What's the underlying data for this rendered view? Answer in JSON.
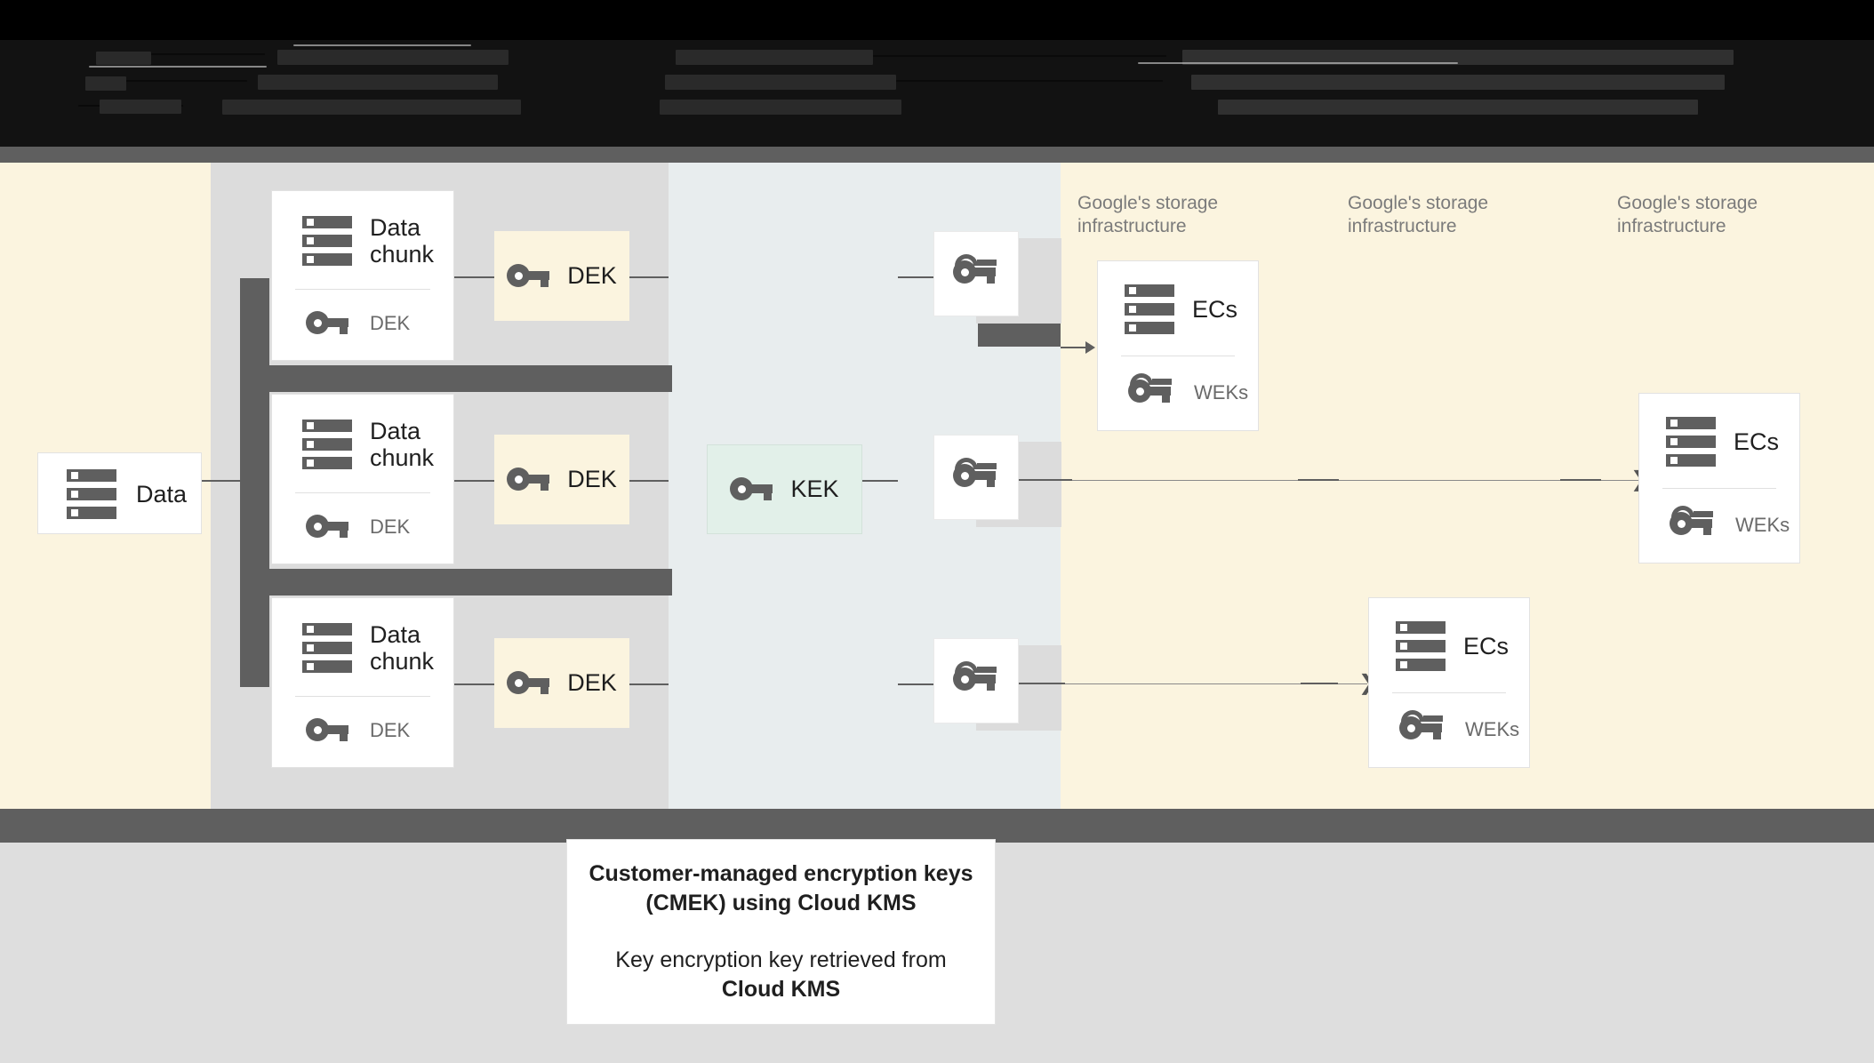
{
  "diagram": {
    "title_obscured": true,
    "legend_note": "top banner text is redacted/illegible in the source screenshot"
  },
  "source": {
    "label": "Data",
    "icon": "server-icon"
  },
  "chunks": [
    {
      "title": "Data chunk",
      "key_label": "DEK",
      "key_icon": "key-icon",
      "icon": "server-icon"
    },
    {
      "title": "Data chunk",
      "key_label": "DEK",
      "key_icon": "key-icon",
      "icon": "server-icon"
    },
    {
      "title": "Data chunk",
      "key_label": "DEK",
      "key_icon": "key-icon",
      "icon": "server-icon"
    }
  ],
  "deks": [
    {
      "label": "DEK",
      "icon": "key-icon"
    },
    {
      "label": "DEK",
      "icon": "key-icon"
    },
    {
      "label": "DEK",
      "icon": "key-icon"
    }
  ],
  "kek": {
    "label": "KEK",
    "icon": "key-icon"
  },
  "wrapped_keys": [
    {
      "icon": "wrapped-key-icon"
    },
    {
      "icon": "wrapped-key-icon"
    },
    {
      "icon": "wrapped-key-icon"
    }
  ],
  "infra_labels": [
    "Google's storage infrastructure",
    "Google's storage infrastructure",
    "Google's storage infrastructure"
  ],
  "ec_cards": [
    {
      "title": "ECs",
      "key_label": "WEKs",
      "key_icon": "wrapped-key-icon",
      "icon": "server-icon"
    },
    {
      "title": "ECs",
      "key_label": "WEKs",
      "key_icon": "wrapped-key-icon",
      "icon": "server-icon"
    },
    {
      "title": "ECs",
      "key_label": "WEKs",
      "key_icon": "wrapped-key-icon",
      "icon": "server-icon"
    }
  ],
  "caption": {
    "heading_line1": "Customer-managed encryption keys",
    "heading_line2": "(CMEK) using Cloud KMS",
    "body_line1": "Key encryption key retrieved from",
    "body_line2": "Cloud KMS"
  },
  "colors": {
    "canvas": "#fbf4df",
    "center_column": "#e8edee",
    "gray_band": "#dcdcdc",
    "divider": "#5f5f5f",
    "footer": "#dedede",
    "kek_fill": "#e2f0e9",
    "dek_fill": "#fbf4df",
    "icon": "#5f5f5f",
    "text": "#1f1f1f",
    "muted_text": "#7b7b7b"
  }
}
